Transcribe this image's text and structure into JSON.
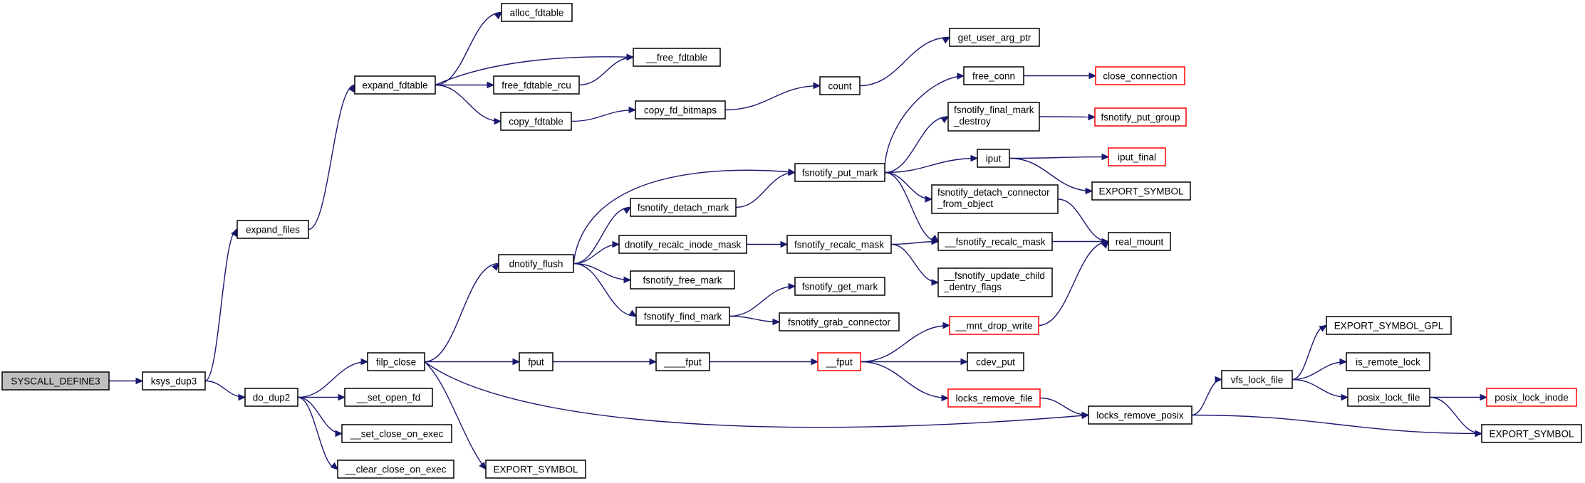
{
  "nodes": {
    "SYSCALL_DEFINE3": {
      "lines": [
        "SYSCALL_DEFINE3"
      ],
      "style": "root"
    },
    "ksys_dup3": {
      "lines": [
        "ksys_dup3"
      ]
    },
    "expand_files": {
      "lines": [
        "expand_files"
      ]
    },
    "do_dup2": {
      "lines": [
        "do_dup2"
      ]
    },
    "expand_fdtable": {
      "lines": [
        "expand_fdtable"
      ]
    },
    "alloc_fdtable": {
      "lines": [
        "alloc_fdtable"
      ]
    },
    "__free_fdtable": {
      "lines": [
        "__free_fdtable"
      ]
    },
    "free_fdtable_rcu": {
      "lines": [
        "free_fdtable_rcu"
      ]
    },
    "copy_fdtable": {
      "lines": [
        "copy_fdtable"
      ]
    },
    "copy_fd_bitmaps": {
      "lines": [
        "copy_fd_bitmaps"
      ]
    },
    "count": {
      "lines": [
        "count"
      ]
    },
    "get_user_arg_ptr": {
      "lines": [
        "get_user_arg_ptr"
      ]
    },
    "filp_close": {
      "lines": [
        "filp_close"
      ]
    },
    "__set_open_fd": {
      "lines": [
        "__set_open_fd"
      ]
    },
    "__set_close_on_exec": {
      "lines": [
        "__set_close_on_exec"
      ]
    },
    "__clear_close_on_exec": {
      "lines": [
        "__clear_close_on_exec"
      ]
    },
    "dnotify_flush": {
      "lines": [
        "dnotify_flush"
      ]
    },
    "fput": {
      "lines": [
        "fput"
      ]
    },
    "EXPORT_SYMBOL_1": {
      "lines": [
        "EXPORT_SYMBOL"
      ]
    },
    "fsnotify_detach_mark": {
      "lines": [
        "fsnotify_detach_mark"
      ]
    },
    "dnotify_recalc_inode_mask": {
      "lines": [
        "dnotify_recalc_inode_mask"
      ]
    },
    "fsnotify_free_mark": {
      "lines": [
        "fsnotify_free_mark"
      ]
    },
    "fsnotify_find_mark": {
      "lines": [
        "fsnotify_find_mark"
      ]
    },
    "fsnotify_put_mark": {
      "lines": [
        "fsnotify_put_mark"
      ]
    },
    "fsnotify_recalc_mask": {
      "lines": [
        "fsnotify_recalc_mask"
      ]
    },
    "fsnotify_get_mark": {
      "lines": [
        "fsnotify_get_mark"
      ]
    },
    "fsnotify_grab_connector": {
      "lines": [
        "fsnotify_grab_connector"
      ]
    },
    "____fput": {
      "lines": [
        "____fput"
      ]
    },
    "__fput": {
      "lines": [
        "__fput"
      ],
      "style": "red"
    },
    "free_conn": {
      "lines": [
        "free_conn"
      ]
    },
    "fsnotify_final_mark_destroy": {
      "lines": [
        "fsnotify_final_mark",
        "_destroy"
      ]
    },
    "iput": {
      "lines": [
        "iput"
      ]
    },
    "fsnotify_detach_connector_from_object": {
      "lines": [
        "fsnotify_detach_connector",
        "_from_object"
      ]
    },
    "__fsnotify_recalc_mask": {
      "lines": [
        "__fsnotify_recalc_mask"
      ]
    },
    "__fsnotify_update_child_dentry_flags": {
      "lines": [
        "__fsnotify_update_child",
        "_dentry_flags"
      ]
    },
    "__mnt_drop_write": {
      "lines": [
        "__mnt_drop_write"
      ],
      "style": "red"
    },
    "cdev_put": {
      "lines": [
        "cdev_put"
      ]
    },
    "locks_remove_file": {
      "lines": [
        "locks_remove_file"
      ],
      "style": "red"
    },
    "close_connection": {
      "lines": [
        "close_connection"
      ],
      "style": "red"
    },
    "fsnotify_put_group": {
      "lines": [
        "fsnotify_put_group"
      ],
      "style": "red"
    },
    "iput_final": {
      "lines": [
        "iput_final"
      ],
      "style": "red"
    },
    "EXPORT_SYMBOL_2": {
      "lines": [
        "EXPORT_SYMBOL"
      ]
    },
    "real_mount": {
      "lines": [
        "real_mount"
      ]
    },
    "locks_remove_posix": {
      "lines": [
        "locks_remove_posix"
      ]
    },
    "vfs_lock_file": {
      "lines": [
        "vfs_lock_file"
      ]
    },
    "EXPORT_SYMBOL_GPL": {
      "lines": [
        "EXPORT_SYMBOL_GPL"
      ]
    },
    "is_remote_lock": {
      "lines": [
        "is_remote_lock"
      ]
    },
    "posix_lock_file": {
      "lines": [
        "posix_lock_file"
      ]
    },
    "posix_lock_inode": {
      "lines": [
        "posix_lock_inode"
      ],
      "style": "red"
    },
    "EXPORT_SYMBOL_3": {
      "lines": [
        "EXPORT_SYMBOL"
      ]
    }
  },
  "edges": [
    [
      "SYSCALL_DEFINE3",
      "ksys_dup3"
    ],
    [
      "ksys_dup3",
      "expand_files"
    ],
    [
      "ksys_dup3",
      "do_dup2"
    ],
    [
      "expand_files",
      "expand_fdtable"
    ],
    [
      "expand_fdtable",
      "alloc_fdtable"
    ],
    [
      "expand_fdtable",
      "__free_fdtable"
    ],
    [
      "expand_fdtable",
      "free_fdtable_rcu"
    ],
    [
      "expand_fdtable",
      "copy_fdtable"
    ],
    [
      "free_fdtable_rcu",
      "__free_fdtable"
    ],
    [
      "copy_fdtable",
      "copy_fd_bitmaps"
    ],
    [
      "copy_fd_bitmaps",
      "count"
    ],
    [
      "count",
      "get_user_arg_ptr"
    ],
    [
      "do_dup2",
      "filp_close"
    ],
    [
      "do_dup2",
      "__set_open_fd"
    ],
    [
      "do_dup2",
      "__set_close_on_exec"
    ],
    [
      "do_dup2",
      "__clear_close_on_exec"
    ],
    [
      "filp_close",
      "dnotify_flush"
    ],
    [
      "filp_close",
      "fput"
    ],
    [
      "filp_close",
      "EXPORT_SYMBOL_1"
    ],
    [
      "filp_close",
      "locks_remove_posix"
    ],
    [
      "dnotify_flush",
      "fsnotify_put_mark"
    ],
    [
      "dnotify_flush",
      "fsnotify_detach_mark"
    ],
    [
      "dnotify_flush",
      "dnotify_recalc_inode_mask"
    ],
    [
      "dnotify_flush",
      "fsnotify_free_mark"
    ],
    [
      "dnotify_flush",
      "fsnotify_find_mark"
    ],
    [
      "fsnotify_detach_mark",
      "fsnotify_put_mark"
    ],
    [
      "dnotify_recalc_inode_mask",
      "fsnotify_recalc_mask"
    ],
    [
      "fsnotify_find_mark",
      "fsnotify_get_mark"
    ],
    [
      "fsnotify_find_mark",
      "fsnotify_grab_connector"
    ],
    [
      "fsnotify_recalc_mask",
      "__fsnotify_recalc_mask"
    ],
    [
      "fsnotify_recalc_mask",
      "__fsnotify_update_child_dentry_flags"
    ],
    [
      "fsnotify_put_mark",
      "free_conn"
    ],
    [
      "fsnotify_put_mark",
      "fsnotify_final_mark_destroy"
    ],
    [
      "fsnotify_put_mark",
      "iput"
    ],
    [
      "fsnotify_put_mark",
      "fsnotify_detach_connector_from_object"
    ],
    [
      "fsnotify_put_mark",
      "__fsnotify_recalc_mask"
    ],
    [
      "free_conn",
      "close_connection"
    ],
    [
      "fsnotify_final_mark_destroy",
      "fsnotify_put_group"
    ],
    [
      "iput",
      "iput_final"
    ],
    [
      "iput",
      "EXPORT_SYMBOL_2"
    ],
    [
      "fsnotify_detach_connector_from_object",
      "real_mount"
    ],
    [
      "__fsnotify_recalc_mask",
      "real_mount"
    ],
    [
      "fput",
      "____fput"
    ],
    [
      "____fput",
      "__fput"
    ],
    [
      "__fput",
      "__mnt_drop_write"
    ],
    [
      "__fput",
      "cdev_put"
    ],
    [
      "__fput",
      "locks_remove_file"
    ],
    [
      "__mnt_drop_write",
      "real_mount"
    ],
    [
      "locks_remove_file",
      "locks_remove_posix"
    ],
    [
      "locks_remove_posix",
      "vfs_lock_file"
    ],
    [
      "locks_remove_posix",
      "EXPORT_SYMBOL_3"
    ],
    [
      "vfs_lock_file",
      "EXPORT_SYMBOL_GPL"
    ],
    [
      "vfs_lock_file",
      "is_remote_lock"
    ],
    [
      "vfs_lock_file",
      "posix_lock_file"
    ],
    [
      "posix_lock_file",
      "posix_lock_inode"
    ],
    [
      "posix_lock_file",
      "EXPORT_SYMBOL_3"
    ]
  ]
}
